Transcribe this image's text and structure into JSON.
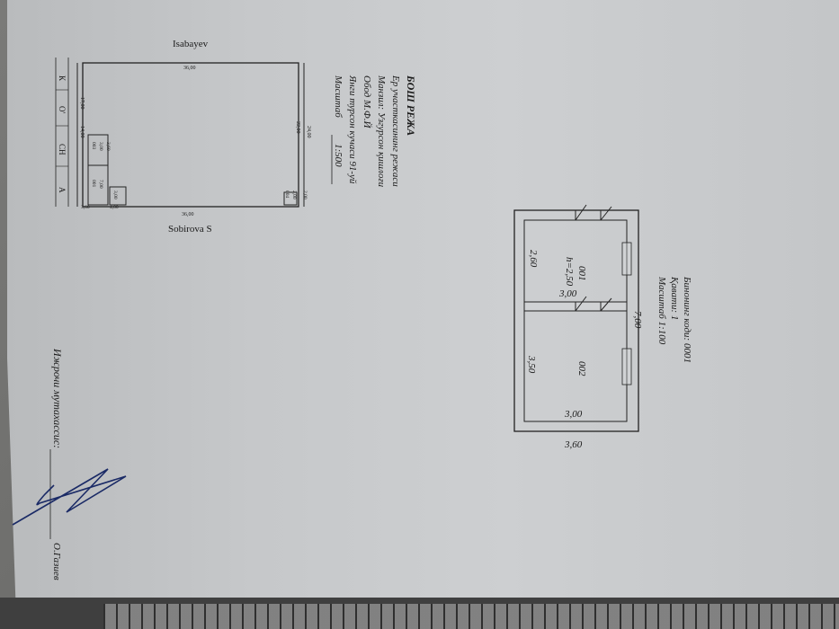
{
  "general_plan": {
    "title": "БОШ РЕЖА",
    "lines": [
      "Ер участкасининг режаси",
      "Манзил: Узгурсон қишлоғи",
      "Обод М.Ф.Й",
      "Янги турсон кучаси 91-уй"
    ],
    "scale_label": "Масштаб",
    "scale_value": "1:500",
    "neighbor_top": "Isabayev",
    "neighbor_bottom": "Sobirova S",
    "compass": [
      "К",
      "О'",
      "СН",
      "А"
    ],
    "dims": {
      "top": "36,00",
      "bottom": "36,00",
      "right_outer": "24,00",
      "right_inner": "22,00",
      "left_a": "17,00",
      "left_b": "14,00",
      "small_a": "2,00",
      "small_b": "2,00",
      "b003_label": "003",
      "b003_w": "3,60",
      "b003_h": "3,00",
      "b001_label": "001",
      "b001_w": "3,60",
      "b001_h": "7,00",
      "b_extra_a": "3,00",
      "b_extra_b": "4,00",
      "corner_a": "004",
      "corner_b": "2,00"
    }
  },
  "floor_plan": {
    "lines": [
      "Бинонинг коди: 0001",
      "Қавати: 1",
      "Масштаб 1:100"
    ],
    "overall_length": "7,00",
    "overall_width": "3,60",
    "room1": {
      "id": "001",
      "height": "h=2,50",
      "w": "3,00",
      "d": "2,60"
    },
    "room2": {
      "id": "002",
      "w": "3,00",
      "d": "3,50"
    }
  },
  "footer": {
    "inspector_label": "Ижрочи мутахассис:",
    "name": "О.Газиев"
  }
}
